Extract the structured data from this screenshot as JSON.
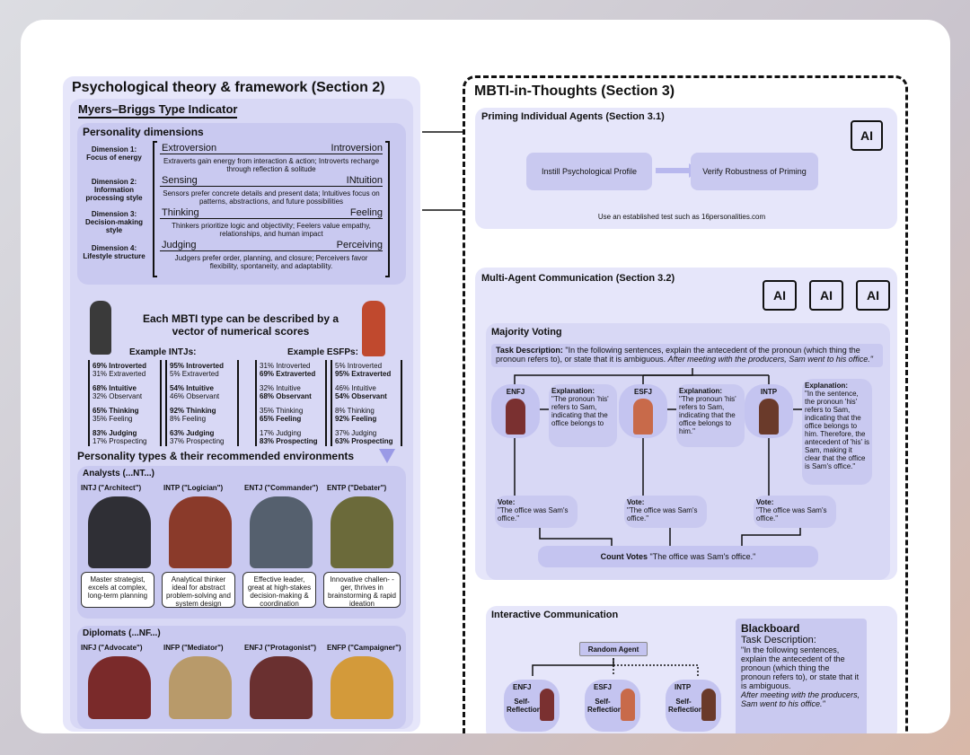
{
  "left": {
    "title": "Psychological theory & framework (Section 2)",
    "mbti_title": "Myers–Briggs Type Indicator",
    "dims_title": "Personality dimensions",
    "dims": [
      {
        "label": "Dimension 1:",
        "name": "Focus of energy",
        "left": "Extroversion",
        "right": "Introversion",
        "desc": "Extraverts gain energy from interaction & action; Introverts recharge through reflection & solitude"
      },
      {
        "label": "Dimension 2:",
        "name": "Information processing style",
        "left": "Sensing",
        "right": "INtuition",
        "desc": "Sensors prefer concrete details and present data; Intuitives focus on patterns, abstractions, and future possibilities"
      },
      {
        "label": "Dimension 3:",
        "name": "Decision-making style",
        "left": "Thinking",
        "right": "Feeling",
        "desc": "Thinkers prioritize logic and objectivity; Feelers value empathy, relationships, and human impact"
      },
      {
        "label": "Dimension 4:",
        "name": "Lifestyle structure",
        "left": "Judging",
        "right": "Perceiving",
        "desc": "Judgers prefer order, planning, and closure; Perceivers favor flexibility, spontaneity, and adaptability."
      }
    ],
    "vector_caption": "Each MBTI type can be described by a vector of numerical scores",
    "intj_title": "Example INTJs:",
    "esfp_title": "Example ESFPs:",
    "intj_a": [
      "69% Introverted",
      "31% Extraverted",
      "68% Intuitive",
      "32% Observant",
      "65% Thinking",
      "35% Feeling",
      "83% Judging",
      "17% Prospecting"
    ],
    "intj_b": [
      "95% Introverted",
      "5% Extraverted",
      "54% Intuitive",
      "46% Observant",
      "92% Thinking",
      "8% Feeling",
      "63% Judging",
      "37% Prospecting"
    ],
    "esfp_a": [
      "31% Introverted",
      "69% Extraverted",
      "32% Intuitive",
      "68% Observant",
      "35% Thinking",
      "65% Feeling",
      "17% Judging",
      "83% Prospecting"
    ],
    "esfp_b": [
      "5% Introverted",
      "95% Extraverted",
      "46% Intuitive",
      "54% Observant",
      "8% Thinking",
      "92% Feeling",
      "37% Judging",
      "63% Prospecting"
    ],
    "types_title": "Personality types & their recommended environments",
    "analysts": "Analysts (...NT...)",
    "analyst_types": [
      {
        "name": "INTJ (\"Architect\")",
        "desc": "Master strategist, excels at complex, long-term planning"
      },
      {
        "name": "INTP (\"Logician\")",
        "desc": "Analytical thinker ideal for abstract problem-solving and system design"
      },
      {
        "name": "ENTJ (\"Commander\")",
        "desc": "Effective leader, great at high-stakes decision-making & coordination"
      },
      {
        "name": "ENTP (\"Debater\")",
        "desc": "Innovative challen- -ger, thrives in brainstorming & rapid ideation"
      }
    ],
    "diplomats": "Diplomats (...NF...)",
    "diplomat_types": [
      "INFJ (\"Advocate\")",
      "INFP (\"Mediator\")",
      "ENFJ (\"Protagonist\")",
      "ENFP (\"Campaigner\")"
    ]
  },
  "right": {
    "title": "MBTI-in-Thoughts (Section 3)",
    "priming_title": "Priming Individual Agents (Section 3.1)",
    "instill": "Instill Psychological Profile",
    "verify": "Verify Robustness of Priming",
    "test_note": "Use an established test such as 16personalities.com",
    "chip": "AI",
    "mac_title": "Multi-Agent Communication (Section 3.2)",
    "mv_title": "Majority Voting",
    "task_label": "Task Description:",
    "task_text": "\"In the following sentences, explain the antecedent of the pronoun (which thing the pronoun refers to), or state that it is ambiguous.",
    "task_italic": "After meeting with the producers, Sam went to his office.\"",
    "agents": [
      {
        "type": "ENFJ",
        "exp_label": "Explanation:",
        "exp": "\"The pronoun 'his' refers to Sam, indicating that the office belongs to",
        "vote_label": "Vote:",
        "vote": "\"The office was Sam's office.\""
      },
      {
        "type": "ESFJ",
        "exp_label": "Explanation:",
        "exp": "\"The pronoun 'his' refers to Sam, indicating that the office belongs to him.\"",
        "vote_label": "Vote:",
        "vote": "\"The office was Sam's office.\""
      },
      {
        "type": "INTP",
        "exp_label": "Explanation:",
        "exp": "\"In the sentence, the pronoun 'his' refers to Sam, indicating that the office belongs to him. Therefore, the antecedent of 'his' is Sam, making it clear that the office is Sam's office.\"",
        "vote_label": "Vote:",
        "vote": "\"The office was Sam's office.\""
      }
    ],
    "count_label": "Count Votes",
    "count_text": "\"The office was Sam's office.\"",
    "ic_title": "Interactive Communication",
    "random_agent": "Random Agent",
    "ic_agents": [
      "ENFJ",
      "ESFJ",
      "INTP"
    ],
    "self_reflection": "Self- Reflection",
    "bb_title": "Blackboard",
    "bb_task": "Task Description:",
    "bb_text": "\"In the following sentences, explain the antecedent of the pronoun (which thing the pronoun refers to), or state that it is ambiguous.",
    "bb_italic": "After meeting with the producers, Sam went to his office.\""
  }
}
